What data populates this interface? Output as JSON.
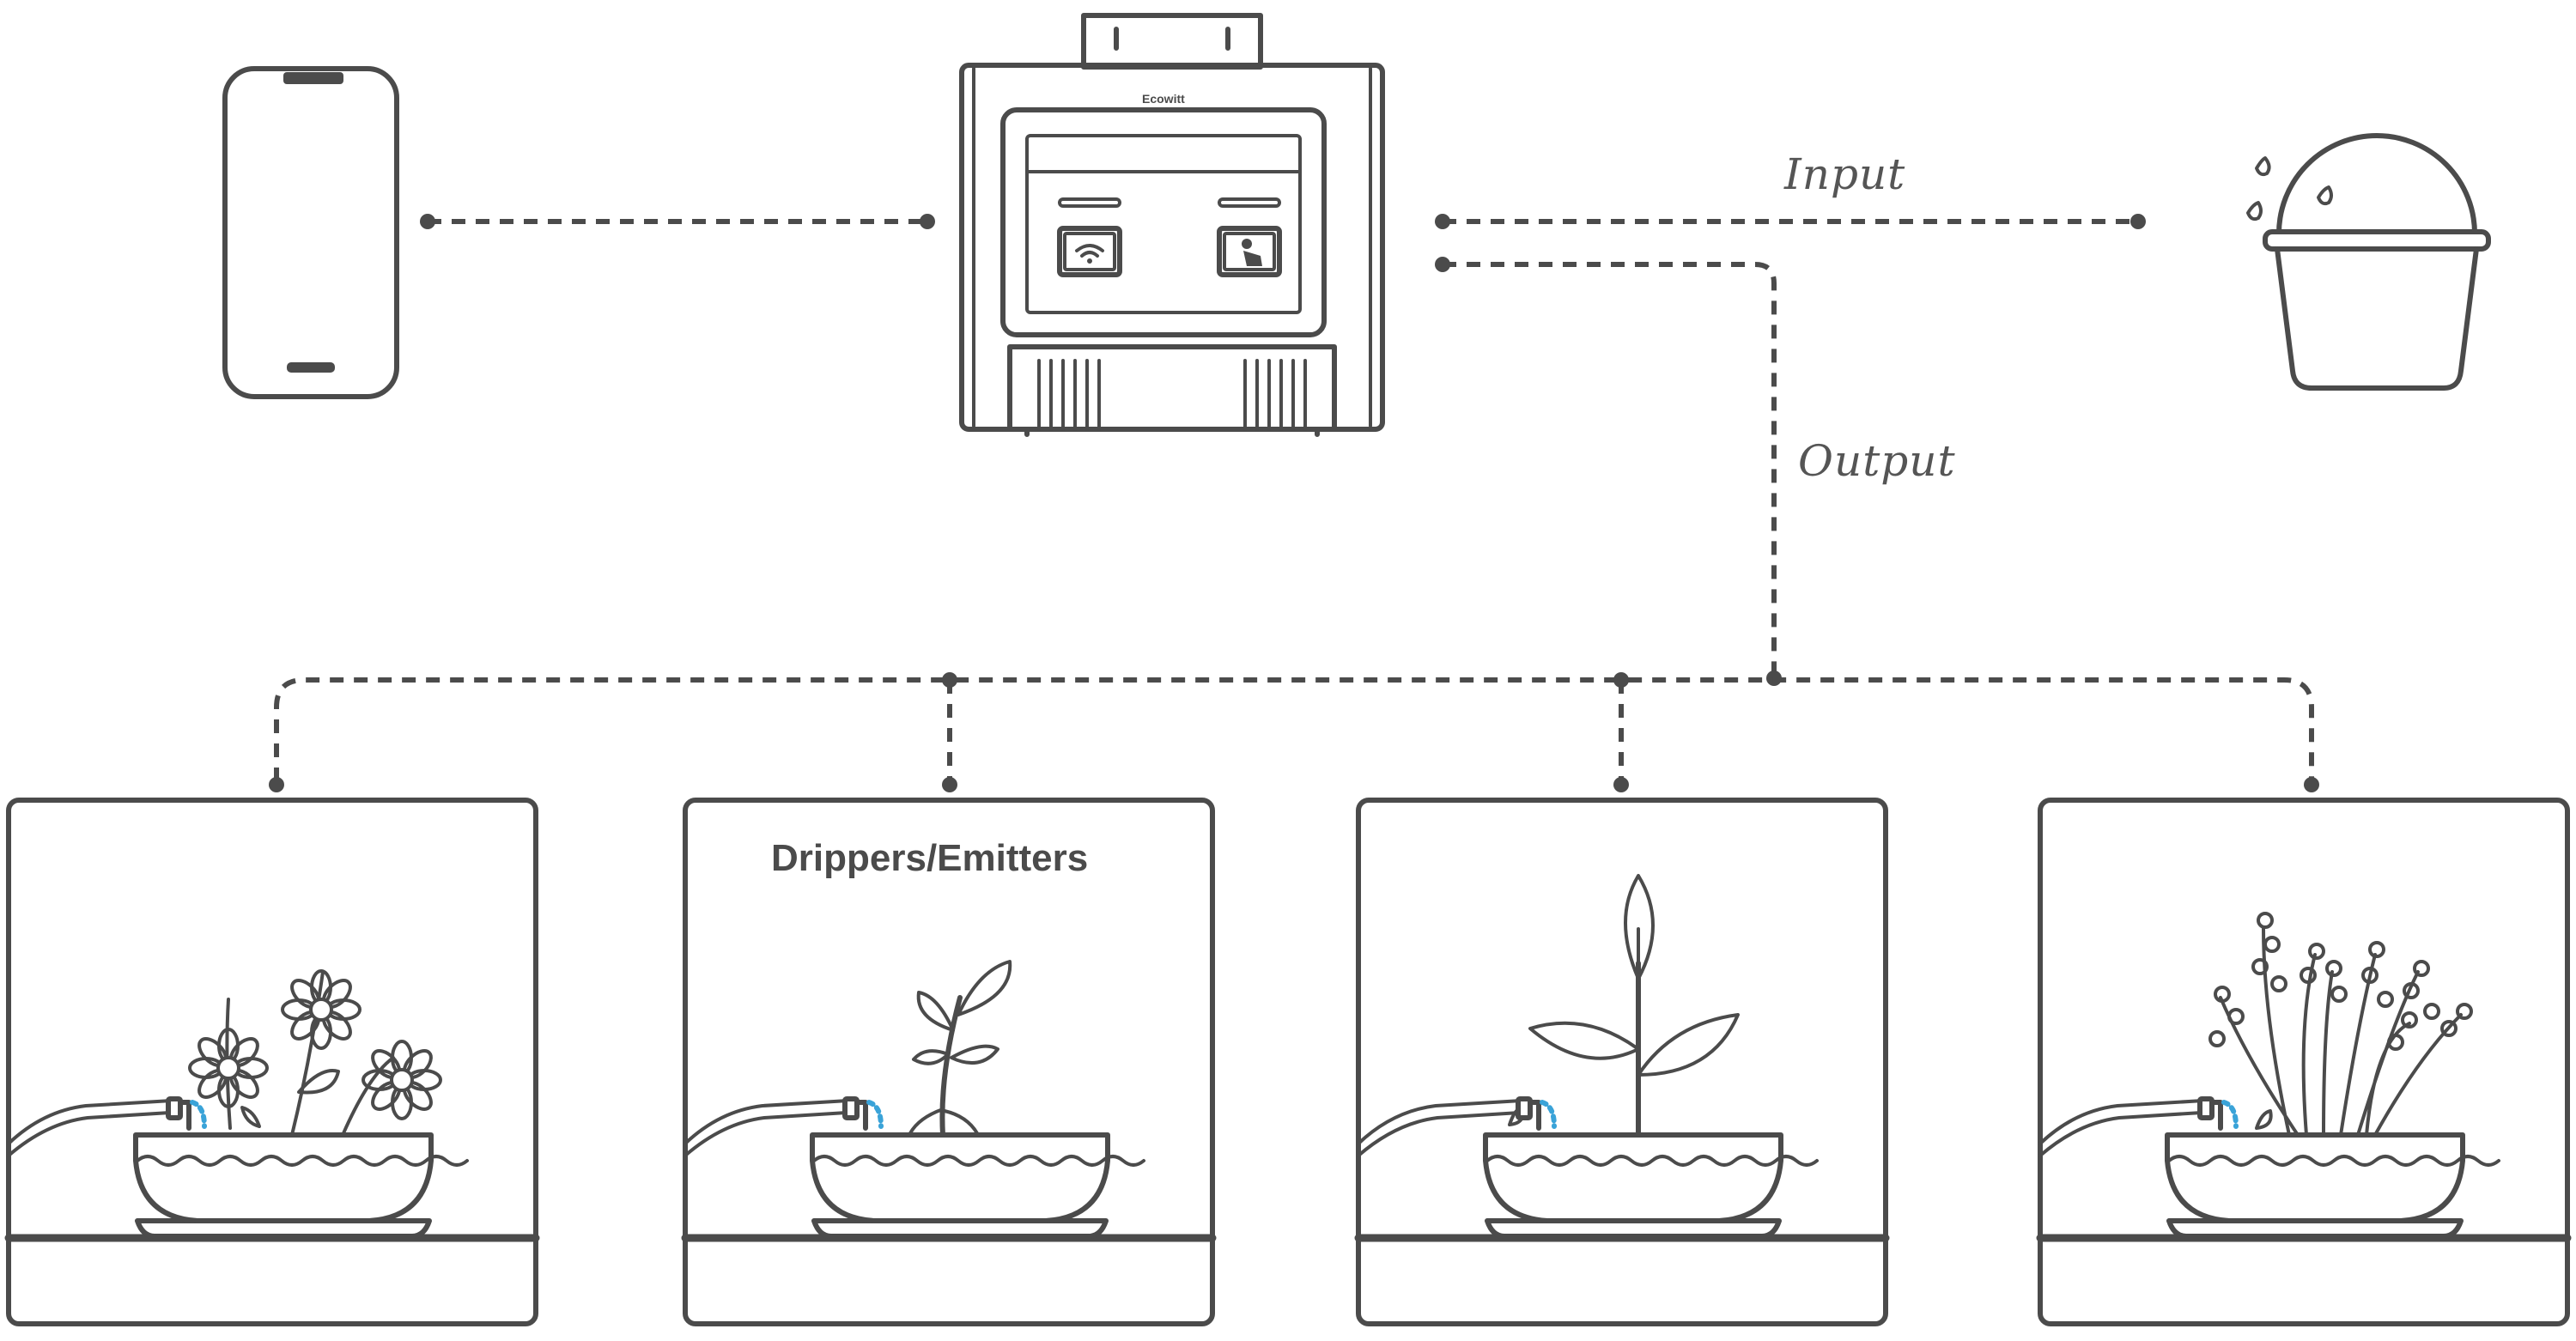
{
  "labels": {
    "input": "Input",
    "output": "Output",
    "drippers": "Drippers/Emitters"
  },
  "nodes": {
    "phone": "smartphone-icon",
    "controller": "watering-controller-device",
    "source": "water-bucket-icon",
    "plants": [
      "daisy-flowers",
      "sprout",
      "leafy-plant",
      "lavender-flowers"
    ]
  },
  "colors": {
    "line": "#4b4b4b",
    "water": "#3aa3d8"
  }
}
